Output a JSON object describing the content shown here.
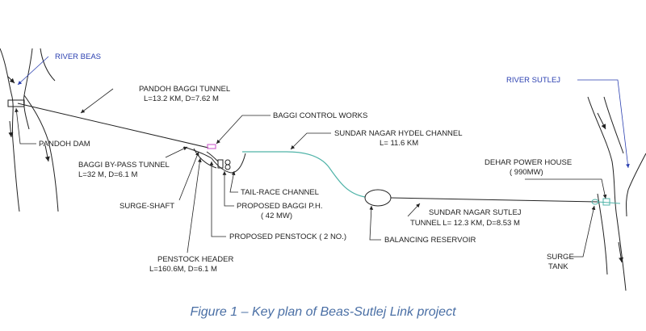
{
  "labels": {
    "river_beas": "RIVER BEAS",
    "river_sutlej": "RIVER SUTLEJ",
    "pandoh_tunnel_name": "PANDOH BAGGI TUNNEL",
    "pandoh_tunnel_dims": "L=13.2 KM, D=7.62 M",
    "baggi_control": "BAGGI CONTROL WORKS",
    "sundar_channel_name": "SUNDAR NAGAR HYDEL CHANNEL",
    "sundar_channel_dims": "L= 11.6 KM",
    "pandoh_dam": "PANDOH DAM",
    "bypass_tunnel_name": "BAGGI BY-PASS TUNNEL",
    "bypass_tunnel_dims": "L=32 M, D=6.1 M",
    "dehar_ph": "DEHAR POWER HOUSE",
    "dehar_mw": "( 990MW)",
    "tailrace": "TAIL-RACE CHANNEL",
    "surge_shaft": "SURGE-SHAFT",
    "proposed_ph": "PROPOSED BAGGI P.H.",
    "proposed_ph_mw": "( 42 MW)",
    "sutlej_tunnel_name": "SUNDAR NAGAR  SUTLEJ",
    "sutlej_tunnel_dims": "TUNNEL L= 12.3 KM, D=8.53 M",
    "proposed_penstock": "PROPOSED PENSTOCK  ( 2 NO.)",
    "balancing_res": "BALANCING RESERVOIR",
    "penstock_header_name": "PENSTOCK HEADER",
    "penstock_header_dims": "L=160.6M, D=6.1 M",
    "surge_tank_1": "SURGE",
    "surge_tank_2": "TANK"
  },
  "caption": "Figure 1 – Key plan of Beas-Sutlej Link project",
  "colors": {
    "river_label": "#2a3fb0",
    "channel": "#4fb3a8",
    "control_works": "#d06bd0",
    "caption": "#4a6fa5"
  }
}
